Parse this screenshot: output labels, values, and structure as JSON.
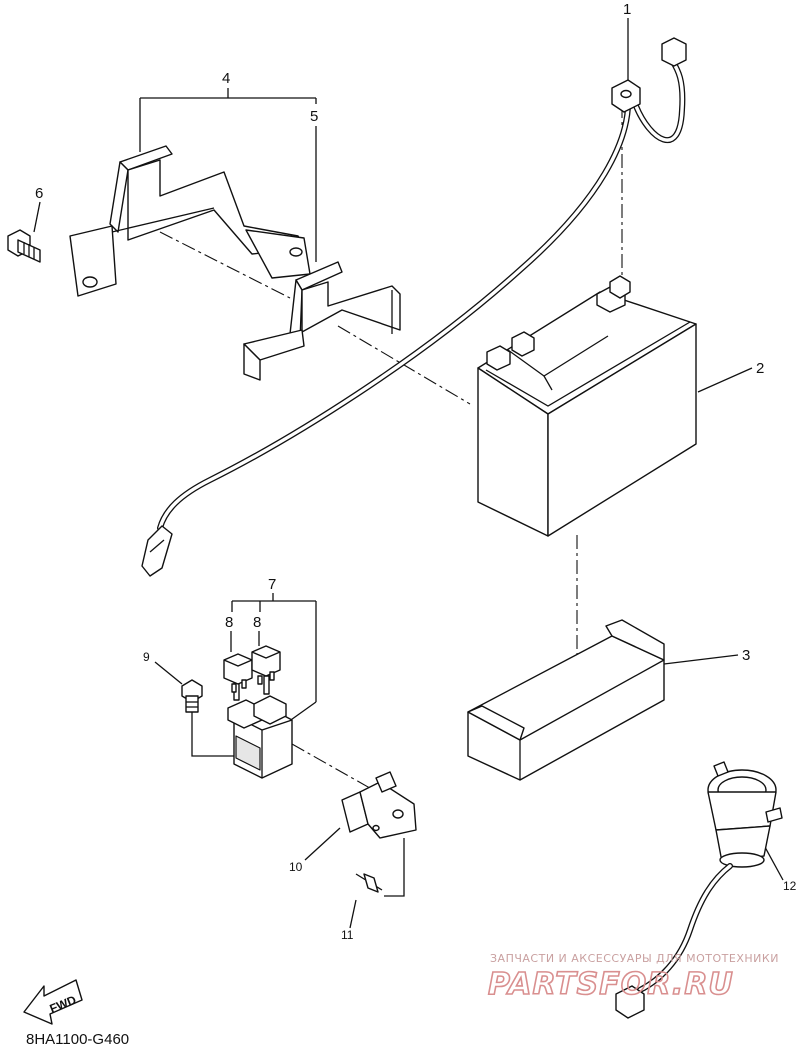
{
  "diagram": {
    "callouts": [
      {
        "id": "1",
        "label": "1"
      },
      {
        "id": "2",
        "label": "2"
      },
      {
        "id": "3",
        "label": "3"
      },
      {
        "id": "4",
        "label": "4"
      },
      {
        "id": "5",
        "label": "5"
      },
      {
        "id": "6",
        "label": "6"
      },
      {
        "id": "7",
        "label": "7"
      },
      {
        "id": "8a",
        "label": "8"
      },
      {
        "id": "8b",
        "label": "8"
      },
      {
        "id": "9",
        "label": "9"
      },
      {
        "id": "10",
        "label": "10"
      },
      {
        "id": "11",
        "label": "11"
      },
      {
        "id": "12",
        "label": "12"
      }
    ],
    "fwd_label": "FWD",
    "diagram_code": "8HA1100-G460"
  },
  "watermark": {
    "line1": "ЗАПЧАСТИ И АКСЕССУАРЫ ДЛЯ МОТОТЕХНИКИ",
    "line2": "PARTSFOR.RU",
    "color": "#d98f8f"
  }
}
